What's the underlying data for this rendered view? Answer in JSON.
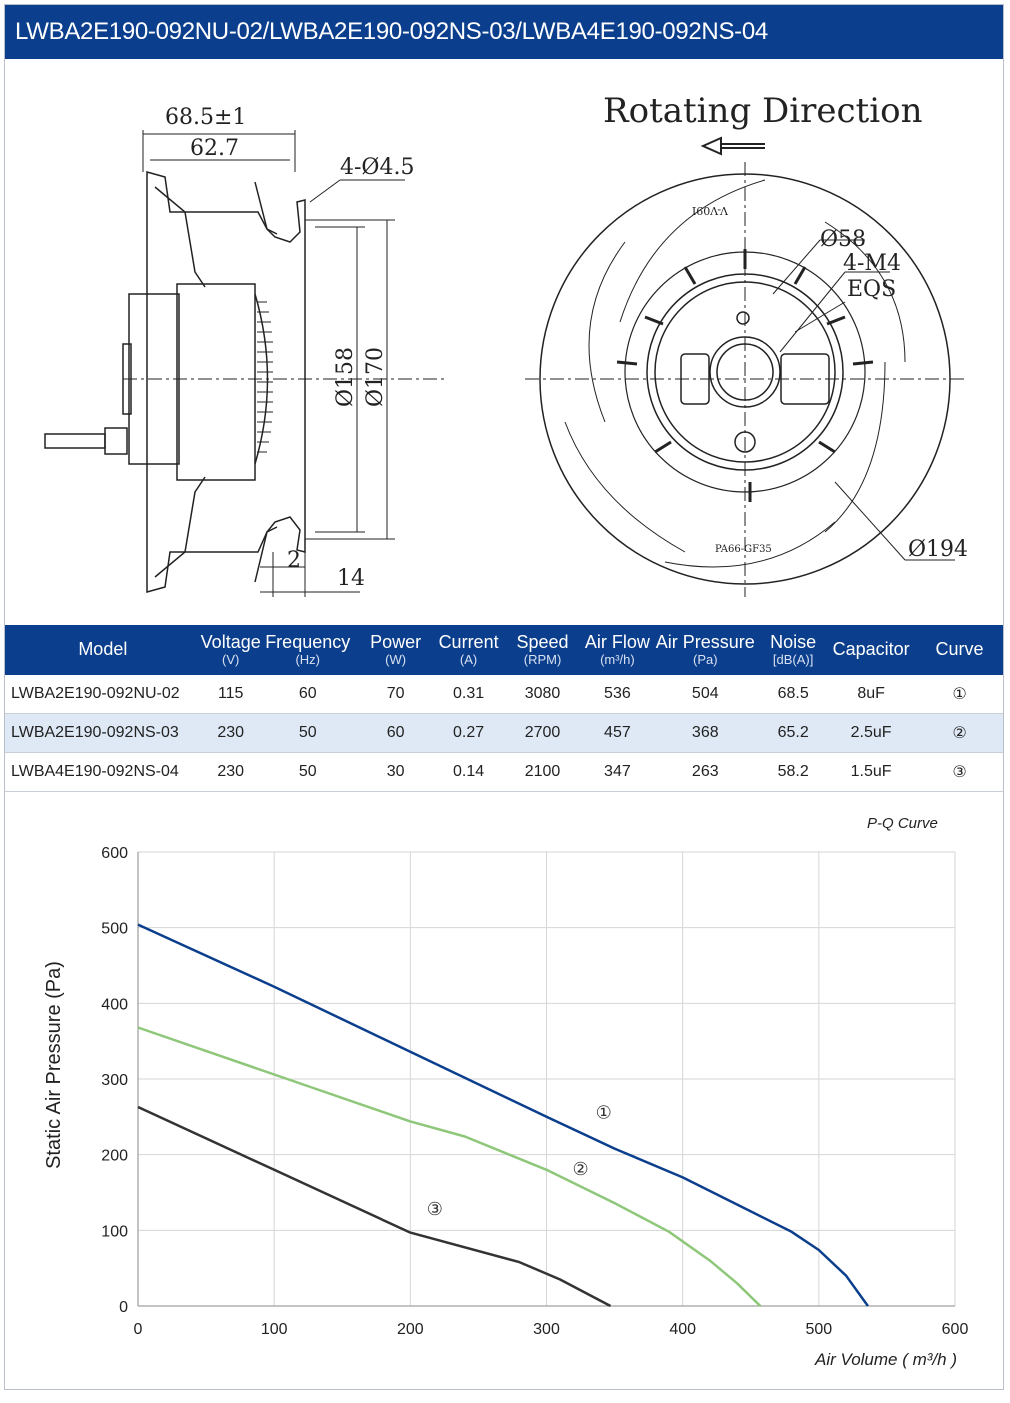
{
  "header": {
    "title": "LWBA2E190-092NU-02/LWBA2E190-092NS-03/LWBA4E190-092NS-04"
  },
  "drawing": {
    "side_labels": {
      "width_tol": "68.5±1",
      "width": "62.7",
      "holes": "4-Ø4.5",
      "dia_158": "Ø158",
      "dia_170": "Ø170",
      "dim_2": "2",
      "dim_14": "14"
    },
    "front_labels": {
      "rotating_direction": "Rotating Direction",
      "dia_58": "Ø58",
      "m4": "4-M4",
      "eqs": "EQS",
      "dia_194": "Ø194",
      "mark_top": "V-V09I",
      "mark_bottom": "PA66-GF35"
    }
  },
  "table": {
    "headers": [
      {
        "name": "Model",
        "unit": ""
      },
      {
        "name": "Voltage",
        "unit": "(V)"
      },
      {
        "name": "Frequency",
        "unit": "(Hz)"
      },
      {
        "name": "Power",
        "unit": "(W)"
      },
      {
        "name": "Current",
        "unit": "(A)"
      },
      {
        "name": "Speed",
        "unit": "(RPM)"
      },
      {
        "name": "Air Flow",
        "unit": "(m³/h)"
      },
      {
        "name": "Air Pressure",
        "unit": "(Pa)"
      },
      {
        "name": "Noise",
        "unit": "[dB(A)]"
      },
      {
        "name": "Capacitor",
        "unit": ""
      },
      {
        "name": "Curve",
        "unit": ""
      }
    ],
    "rows": [
      [
        "LWBA2E190-092NU-02",
        "115",
        "60",
        "70",
        "0.31",
        "3080",
        "536",
        "504",
        "68.5",
        "8uF",
        "①"
      ],
      [
        "LWBA2E190-092NS-03",
        "230",
        "50",
        "60",
        "0.27",
        "2700",
        "457",
        "368",
        "65.2",
        "2.5uF",
        "②"
      ],
      [
        "LWBA4E190-092NS-04",
        "230",
        "50",
        "30",
        "0.14",
        "2100",
        "347",
        "263",
        "58.2",
        "1.5uF",
        "③"
      ]
    ]
  },
  "chart_data": {
    "type": "line",
    "title": "P-Q Curve",
    "xlabel": "Air Volume ( m³/h )",
    "ylabel": "Static Air Pressure  (Pa)",
    "xlim": [
      0,
      600
    ],
    "ylim": [
      0,
      600
    ],
    "xticks": [
      0,
      100,
      200,
      300,
      400,
      500,
      600
    ],
    "yticks": [
      0,
      100,
      200,
      300,
      400,
      500,
      600
    ],
    "grid": true,
    "series": [
      {
        "name": "①",
        "color": "#0b3f8d",
        "x": [
          0,
          100,
          200,
          300,
          350,
          400,
          450,
          480,
          500,
          520,
          536
        ],
        "y": [
          504,
          422,
          336,
          250,
          208,
          170,
          125,
          98,
          74,
          40,
          0
        ]
      },
      {
        "name": "②",
        "color": "#8ec77a",
        "x": [
          0,
          100,
          200,
          240,
          300,
          350,
          390,
          420,
          440,
          457
        ],
        "y": [
          368,
          306,
          244,
          224,
          180,
          136,
          98,
          60,
          30,
          0
        ]
      },
      {
        "name": "③",
        "color": "#333333",
        "x": [
          0,
          100,
          200,
          280,
          310,
          347
        ],
        "y": [
          263,
          180,
          97,
          58,
          35,
          0
        ]
      }
    ],
    "annotations": [
      {
        "text": "①",
        "x": 342,
        "y": 248
      },
      {
        "text": "②",
        "x": 325,
        "y": 173
      },
      {
        "text": "③",
        "x": 218,
        "y": 120
      }
    ]
  }
}
